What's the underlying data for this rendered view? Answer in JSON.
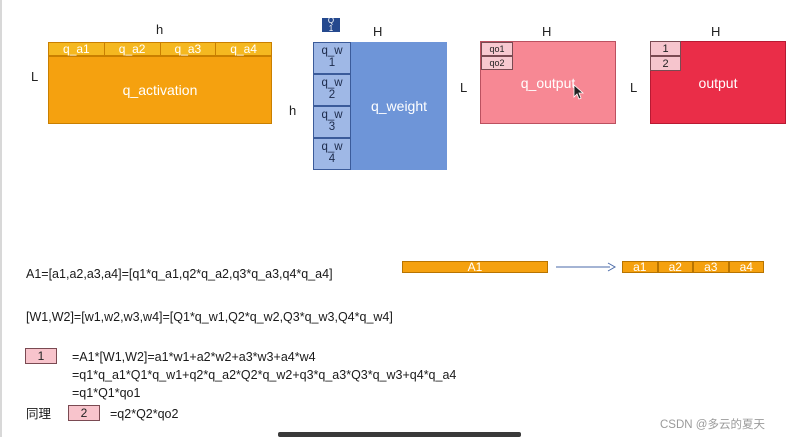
{
  "activation": {
    "header_cells": [
      "q_a1",
      "q_a2",
      "q_a3",
      "q_a4"
    ],
    "label": "q_activation",
    "dim_h": "h",
    "dim_l": "L",
    "color": "#f5a10f"
  },
  "weight": {
    "tag": "Q\n1",
    "cells": [
      "q_w\n1",
      "q_w\n2",
      "q_w\n3",
      "q_w\n4"
    ],
    "label": "q_weight",
    "dim_h": "h",
    "dim_top": "H",
    "color": "#6e95d8"
  },
  "q_output": {
    "cells": [
      "qo1",
      "qo2"
    ],
    "label": "q_output",
    "dim_top": "H",
    "dim_l": "L",
    "color": "#f78894"
  },
  "output": {
    "cells": [
      "1",
      "2"
    ],
    "label": "output",
    "dim_top": "H",
    "dim_l": "L",
    "color": "#ea2d48"
  },
  "formulas": {
    "a_def": "A1=[a1,a2,a3,a4]=[q1*q_a1,q2*q_a2,q3*q_a3,q4*q_a4]",
    "w_def": "[W1,W2]=[w1,w2,w3,w4]=[Q1*q_w1,Q2*q_w2,Q3*q_w3,Q4*q_w4]",
    "box1": "1",
    "line1": "=A1*[W1,W2]=a1*w1+a2*w2+a3*w3+a4*w4",
    "line2": "=q1*q_a1*Q1*q_w1+q2*q_a2*Q2*q_w2+q3*q_a3*Q3*q_w3+q4*q_a4",
    "line3": "=q1*Q1*qo1",
    "tongli": "同理",
    "box2": "2",
    "line4": "=q2*Q2*qo2"
  },
  "split": {
    "bar_label": "A1",
    "cells": [
      "a1",
      "a2",
      "a3",
      "a4"
    ]
  },
  "watermark": "CSDN @多云的夏天"
}
